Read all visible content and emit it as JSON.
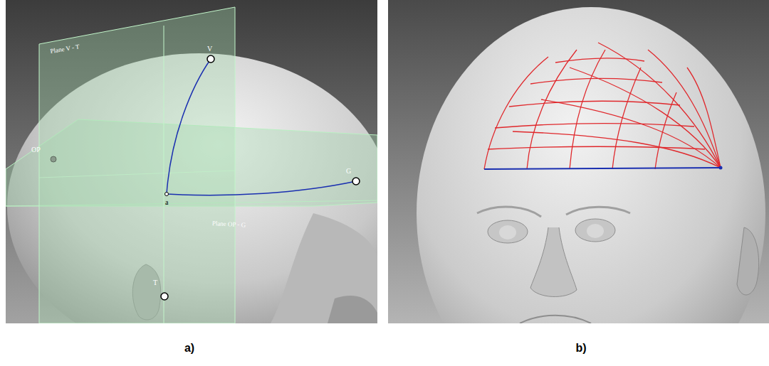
{
  "diagram": {
    "labels": [
      "Plane V - T",
      "V",
      "OP",
      "G",
      "a",
      "Plane OP - G",
      "T",
      "a)",
      "b)"
    ]
  }
}
